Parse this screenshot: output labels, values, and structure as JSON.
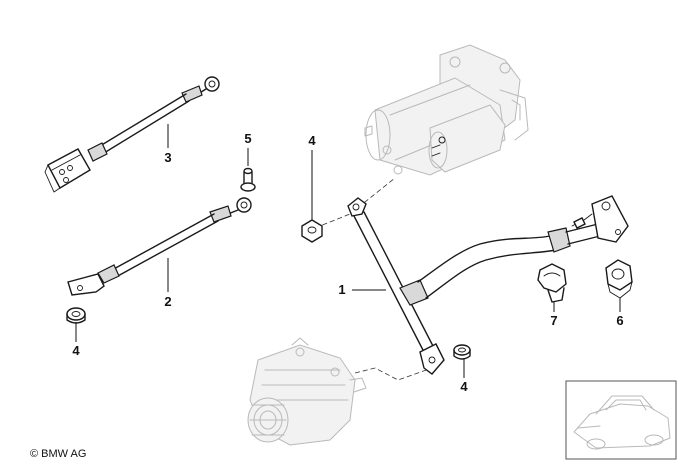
{
  "callouts": {
    "c1": "1",
    "c2": "2",
    "c3": "3",
    "c4a": "4",
    "c4b": "4",
    "c4c": "4",
    "c5": "5",
    "c6": "6",
    "c7": "7"
  },
  "copyright": "© BMW AG"
}
